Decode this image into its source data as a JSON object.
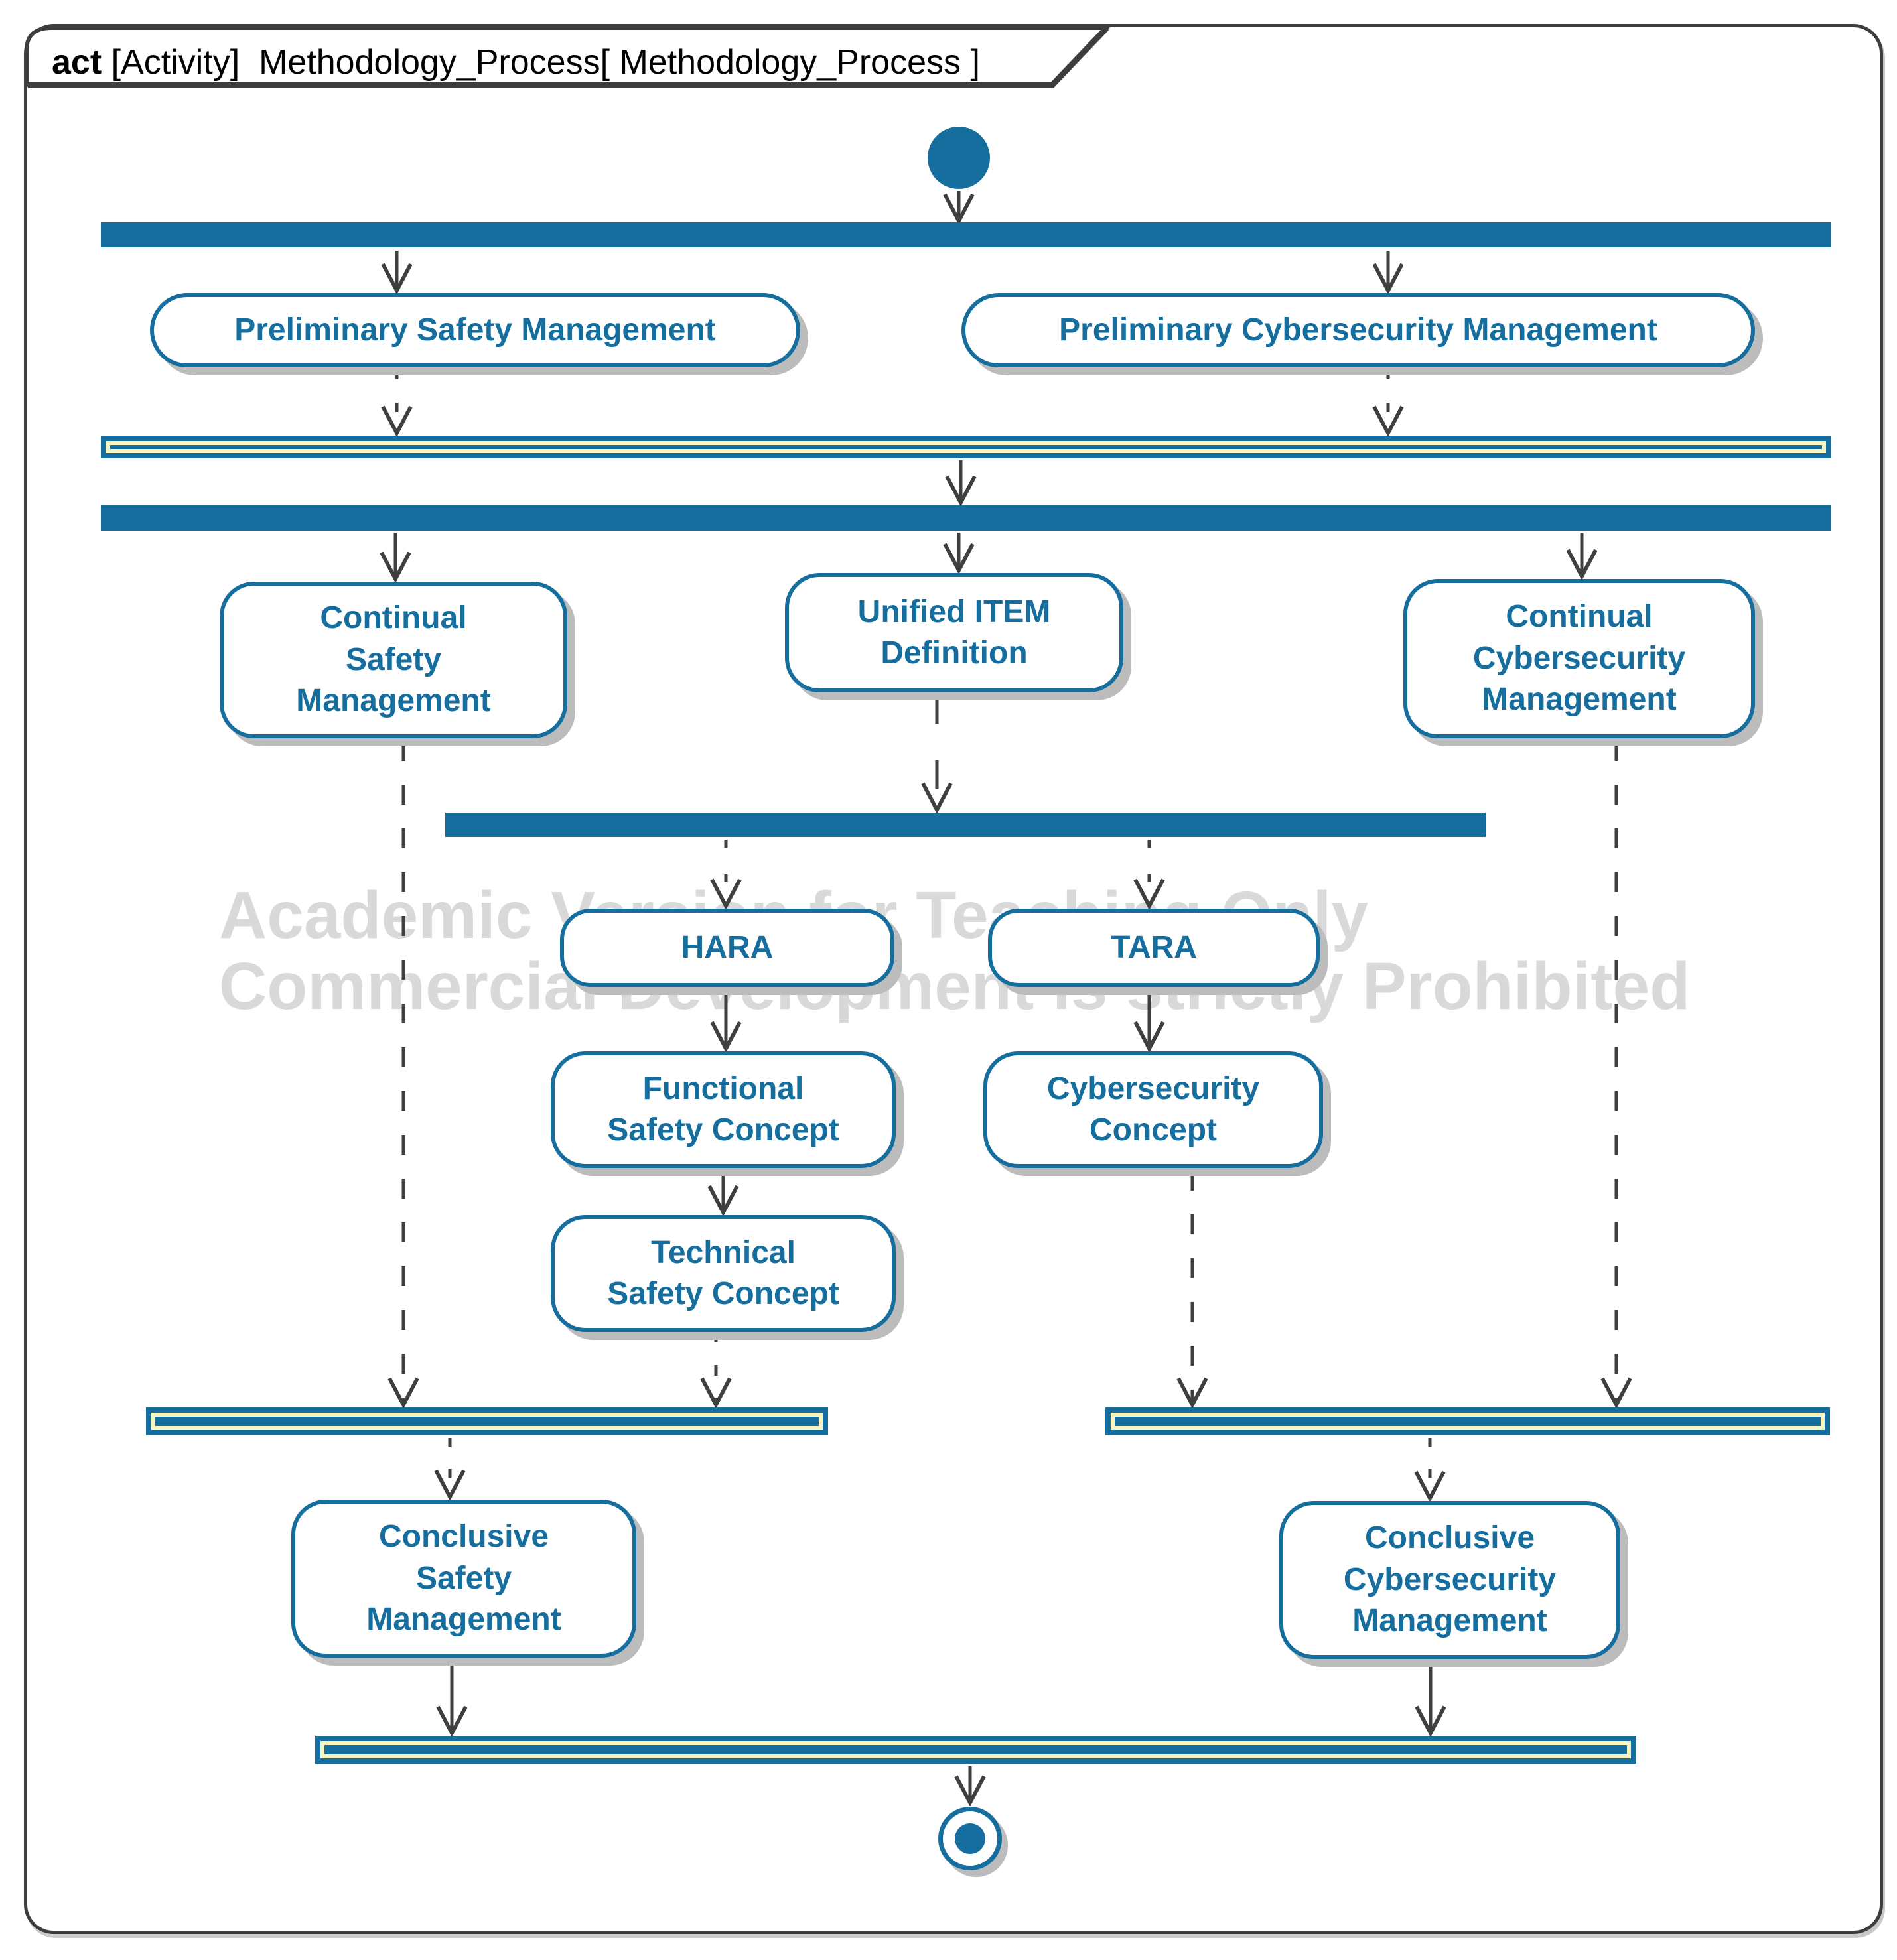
{
  "title": {
    "keyword": "act",
    "rest": " [Activity]  Methodology_Process[ Methodology_Process ]"
  },
  "watermark": {
    "line1": "Academic Version for Teaching Only",
    "line2": "Commercial Development is strictly Prohibited"
  },
  "activities": {
    "psm": "Preliminary Safety Management",
    "pcm": "Preliminary Cybersecurity Management",
    "csm": "Continual\nSafety\nManagement",
    "uid": "Unified ITEM\nDefinition",
    "ccm": "Continual\nCybersecurity\nManagement",
    "hara": "HARA",
    "tara": "TARA",
    "fsc": "Functional\nSafety Concept",
    "cc": "Cybersecurity\nConcept",
    "tsc": "Technical\nSafety Concept",
    "conclusive_safety": "Conclusive\nSafety\nManagement",
    "conclusive_cyber": "Conclusive\nCybersecurity\nManagement"
  },
  "colors": {
    "teal": "#156e9e",
    "cream": "#f7f5c2",
    "line": "#3f3f3f",
    "watermark_gray": "#d9d9d9",
    "shadow_gray": "#bcbcbc",
    "frame_gray": "#3d3d3d"
  }
}
